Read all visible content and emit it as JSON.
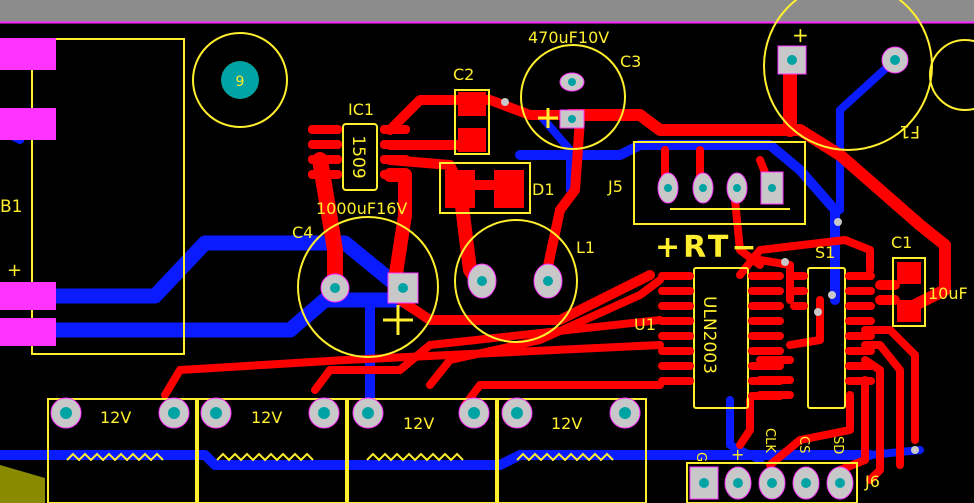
{
  "colors": {
    "background": "#000000",
    "top_copper": "#ff0000",
    "bottom_copper": "#0a1cff",
    "silkscreen": "#ffef2e",
    "pad_fill": "#c8c8c8",
    "pad_hole": "#00a3a3",
    "pad_outline": "#ff33ff",
    "board_edge": "#ff22ff",
    "top_bar": "#8c8c8c"
  },
  "labels": {
    "b1": "B1",
    "plus": "+",
    "mount_hole_number": "9",
    "ic1_ref": "IC1",
    "ic1_value": "1509",
    "c2_ref": "C2",
    "c3_value": "470uF10V",
    "c3_ref": "C3",
    "d1_ref": "D1",
    "j5_ref": "J5",
    "c4_value": "1000uF16V",
    "c4_ref": "C4",
    "l1_ref": "L1",
    "rt_label": "+RT−",
    "s1_ref": "S1",
    "c1_ref": "C1",
    "c1_value": "10uF",
    "u1_ref": "U1",
    "u1_value": "ULN2003",
    "f1_ref": "F1",
    "relay_voltage": "12V",
    "j6_ref": "J6",
    "j6_pin_g": "G",
    "j6_pin_plus": "+",
    "j6_pin_clk": "CLK",
    "j6_pin_cs": "CS",
    "j6_pin_sd": "SD"
  }
}
